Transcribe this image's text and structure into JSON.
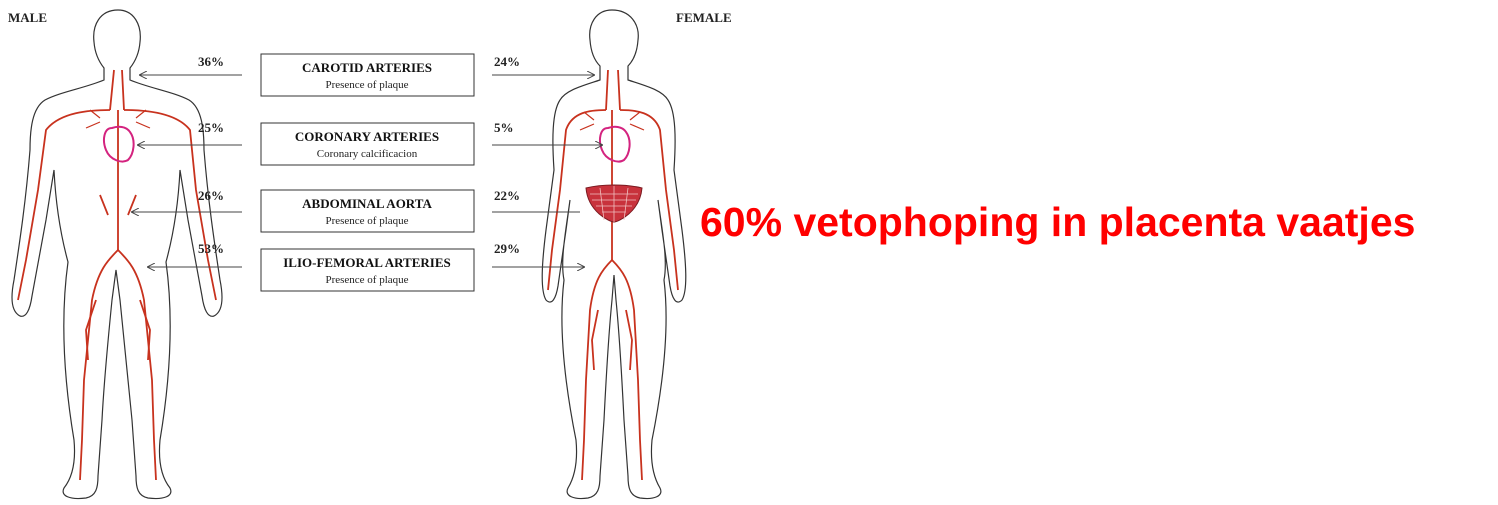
{
  "labels": {
    "male": "MALE",
    "female": "FEMALE"
  },
  "headline": {
    "text": "60% vetophoping in placenta vaatjes",
    "color": "#ff0000"
  },
  "colors": {
    "artery": "#c8321e",
    "heart": "#d4237f",
    "outline": "#333333",
    "placenta": "#c8323c"
  },
  "sites": [
    {
      "name": "CAROTID ARTERIES",
      "finding": "Presence of plaque",
      "male": "36%",
      "female": "24%"
    },
    {
      "name": "CORONARY ARTERIES",
      "finding": "Coronary calcificacion",
      "male": "25%",
      "female": "5%"
    },
    {
      "name": "ABDOMINAL AORTA",
      "finding": "Presence of plaque",
      "male": "26%",
      "female": "22%"
    },
    {
      "name": "ILIO-FEMORAL ARTERIES",
      "finding": "Presence of plaque",
      "male": "53%",
      "female": "29%"
    }
  ]
}
